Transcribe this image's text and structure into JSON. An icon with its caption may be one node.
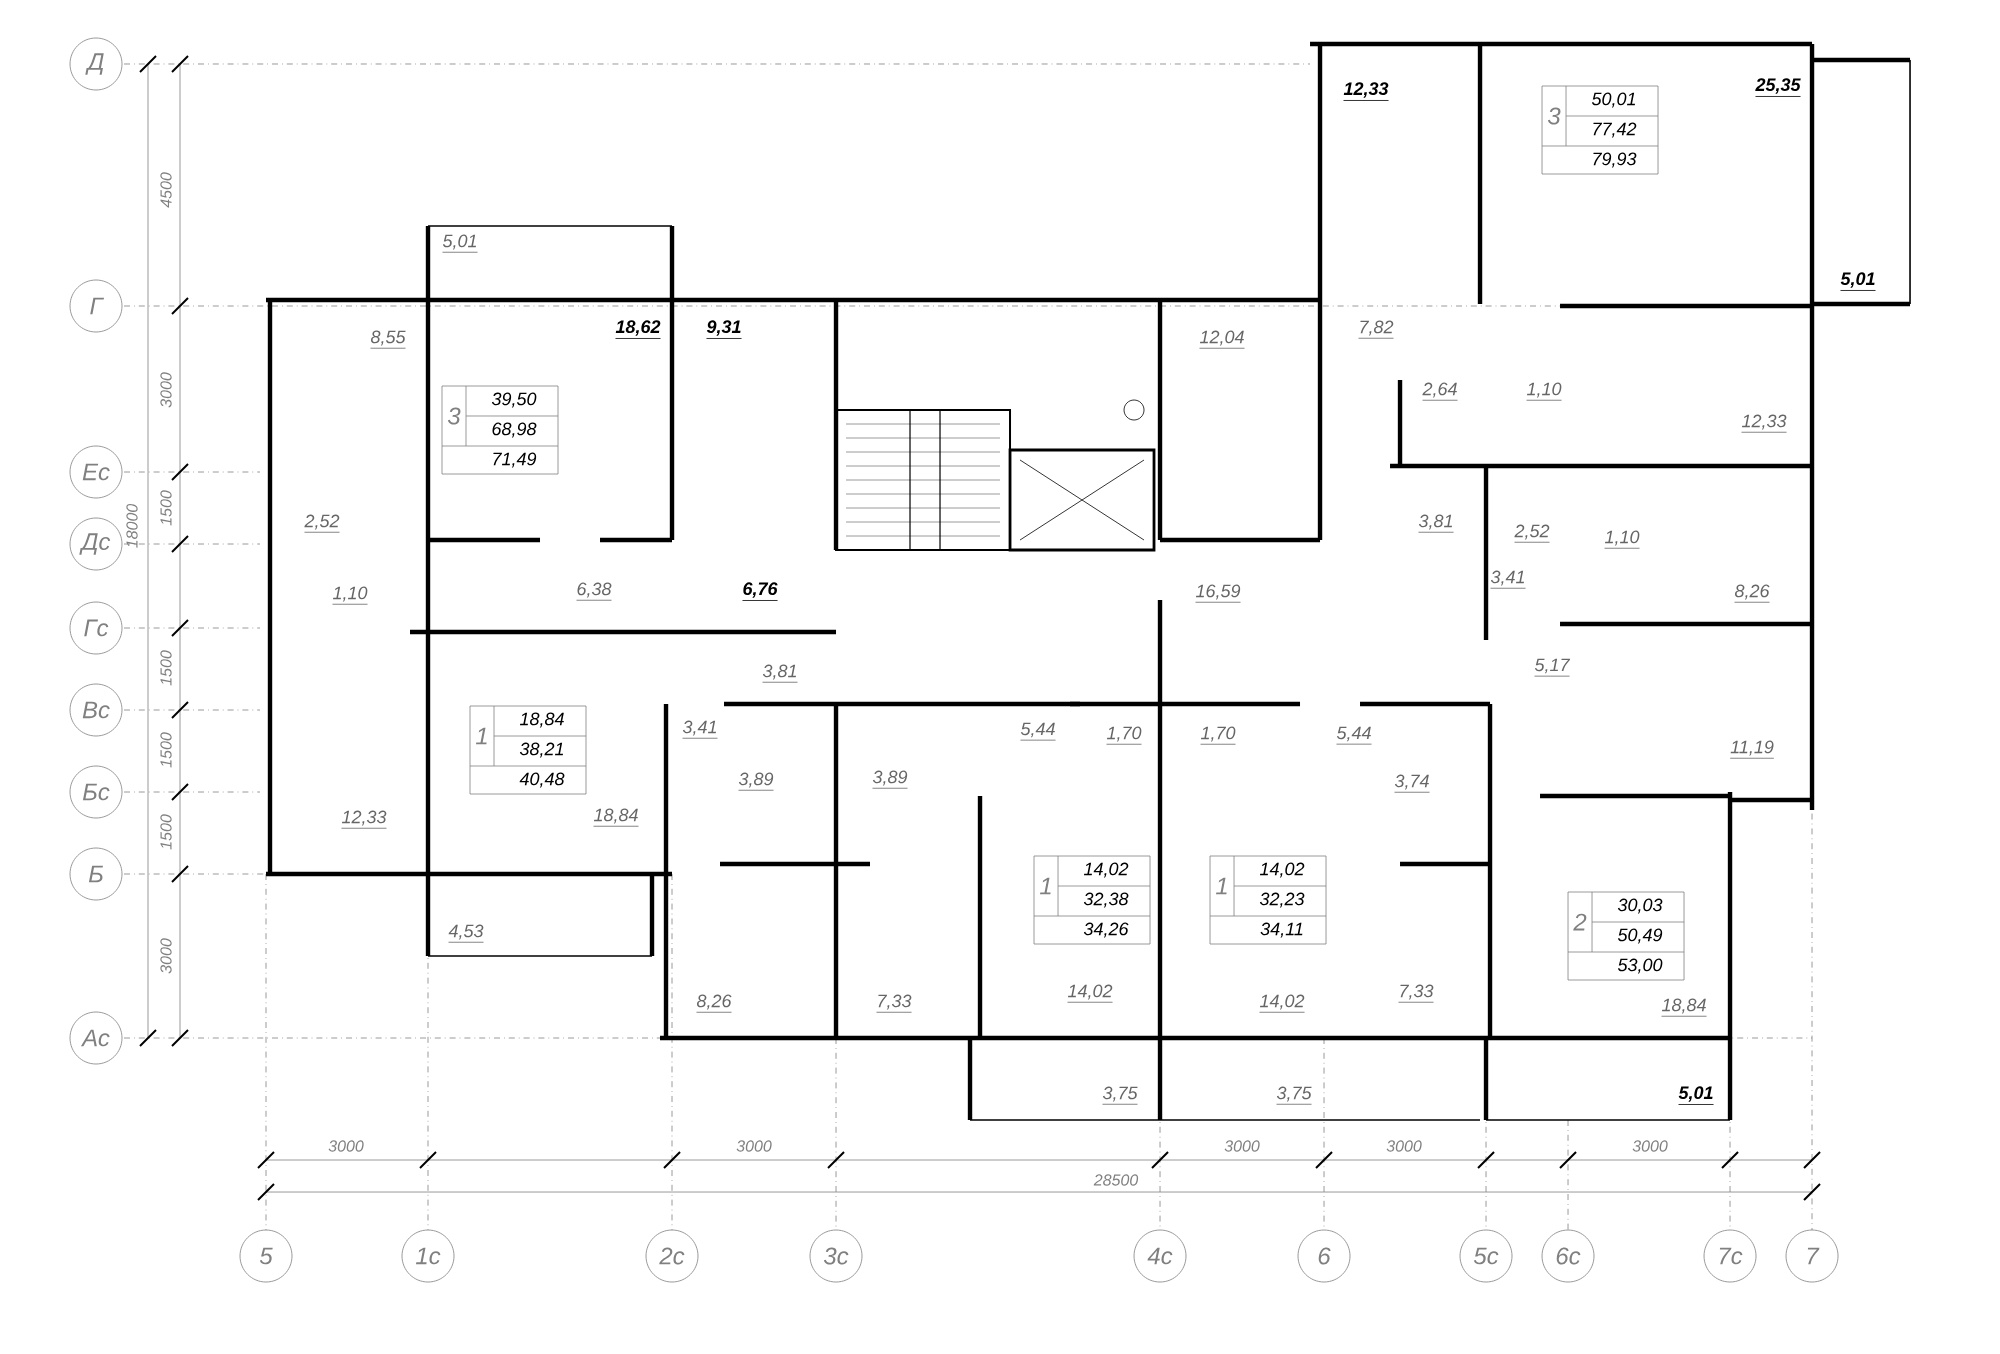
{
  "diagram": {
    "nodes": [
      {
        "text": [
          "Д"
        ]
      },
      {
        "text": [
          "Г"
        ]
      },
      {
        "text": [
          "Ес"
        ]
      },
      {
        "text": [
          "Дс"
        ]
      },
      {
        "text": [
          "Гс"
        ]
      },
      {
        "text": [
          "Вс"
        ]
      },
      {
        "text": [
          "Бс"
        ]
      },
      {
        "text": [
          "Б"
        ]
      },
      {
        "text": [
          "Ас"
        ]
      },
      {
        "text": [
          "3",
          "50,01",
          "77,42",
          "79,93"
        ]
      },
      {
        "text": [
          "3",
          "39,50",
          "68,98",
          "71,49"
        ]
      },
      {
        "text": [
          "1",
          "18,84",
          "38,21",
          "40,48"
        ]
      },
      {
        "text": [
          "1",
          "14,02",
          "32,38",
          "34,26"
        ]
      },
      {
        "text": [
          "1",
          "14,02",
          "32,23",
          "34,11"
        ]
      },
      {
        "text": [
          "2",
          "30,03",
          "50,49",
          "53,00"
        ]
      },
      {
        "text": [
          "5"
        ]
      },
      {
        "text": [
          "1с"
        ]
      },
      {
        "text": [
          "2с"
        ]
      },
      {
        "text": [
          "3с"
        ]
      },
      {
        "text": [
          "4с"
        ]
      },
      {
        "text": [
          "6"
        ]
      },
      {
        "text": [
          "5с"
        ]
      },
      {
        "text": [
          "6с"
        ]
      },
      {
        "text": [
          "7с"
        ]
      },
      {
        "text": [
          "7"
        ]
      }
    ],
    "labels": [
      "12,33",
      "25,35",
      "5,01",
      "5,01",
      "8,55",
      "18,62",
      "9,31",
      "12,04",
      "7,82",
      "2,64",
      "1,10",
      "12,33",
      "2,52",
      "3,81",
      "2,52",
      "1,10",
      "1,10",
      "6,38",
      "6,76",
      "16,59",
      "3,41",
      "8,26",
      "3,81",
      "5,17",
      "3,41",
      "5,44",
      "1,70",
      "1,70",
      "5,44",
      "11,19",
      "3,89",
      "3,89",
      "3,74",
      "12,33",
      "18,84",
      "4,53",
      "8,26",
      "7,33",
      "14,02",
      "14,02",
      "7,33",
      "18,84",
      "3,75",
      "3,75",
      "5,01",
      "4500",
      "3000",
      "18000",
      "1500",
      "1500",
      "1500",
      "1500",
      "3000",
      "3000",
      "3000",
      "3000",
      "3000",
      "3000",
      "28500"
    ]
  }
}
